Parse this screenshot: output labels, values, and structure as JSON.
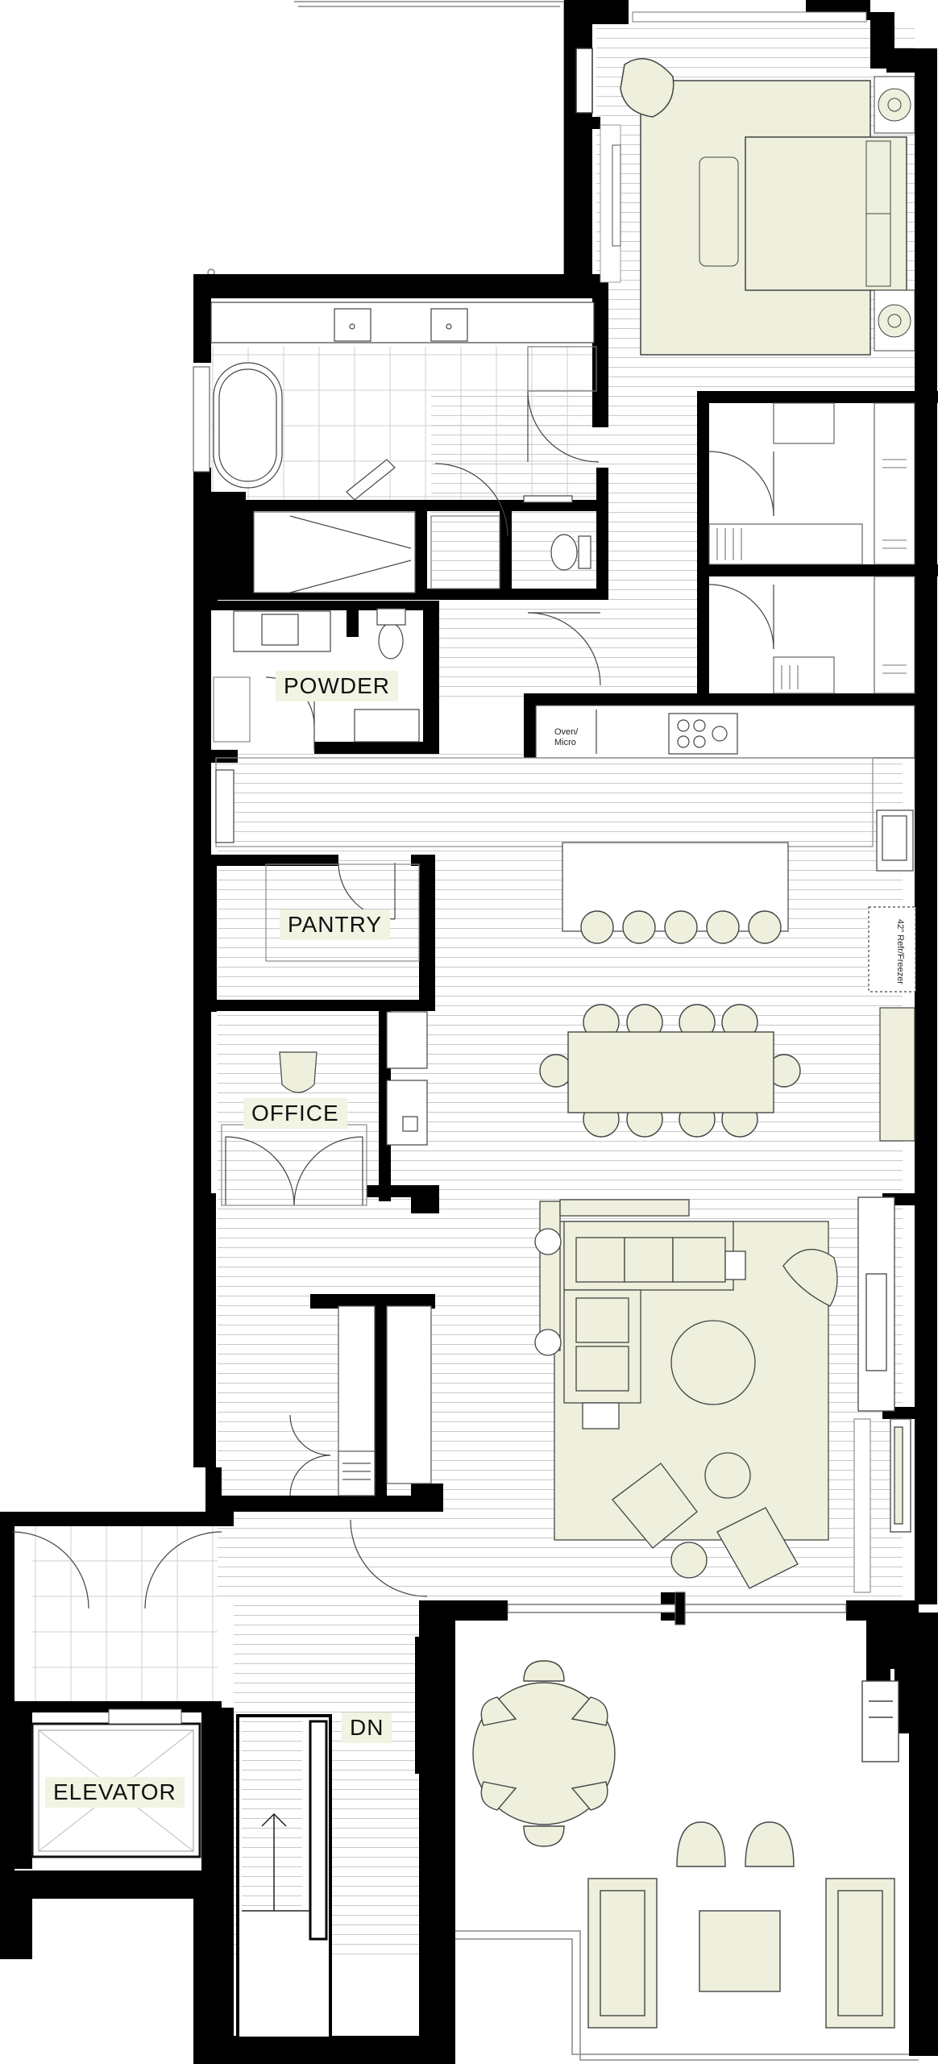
{
  "rooms": {
    "powder": "POWDER",
    "pantry": "PANTRY",
    "office": "OFFICE",
    "elevator": "ELEVATOR",
    "stair": "DN"
  },
  "appliances": {
    "oven_line1": "Oven/",
    "oven_line2": "Micro",
    "fridge": "42\" Refr/Freezer"
  },
  "colors": {
    "wall": "#000000",
    "furniture": "#eeefdc",
    "label_bg": "#f1f3e3",
    "line": "#555555"
  }
}
